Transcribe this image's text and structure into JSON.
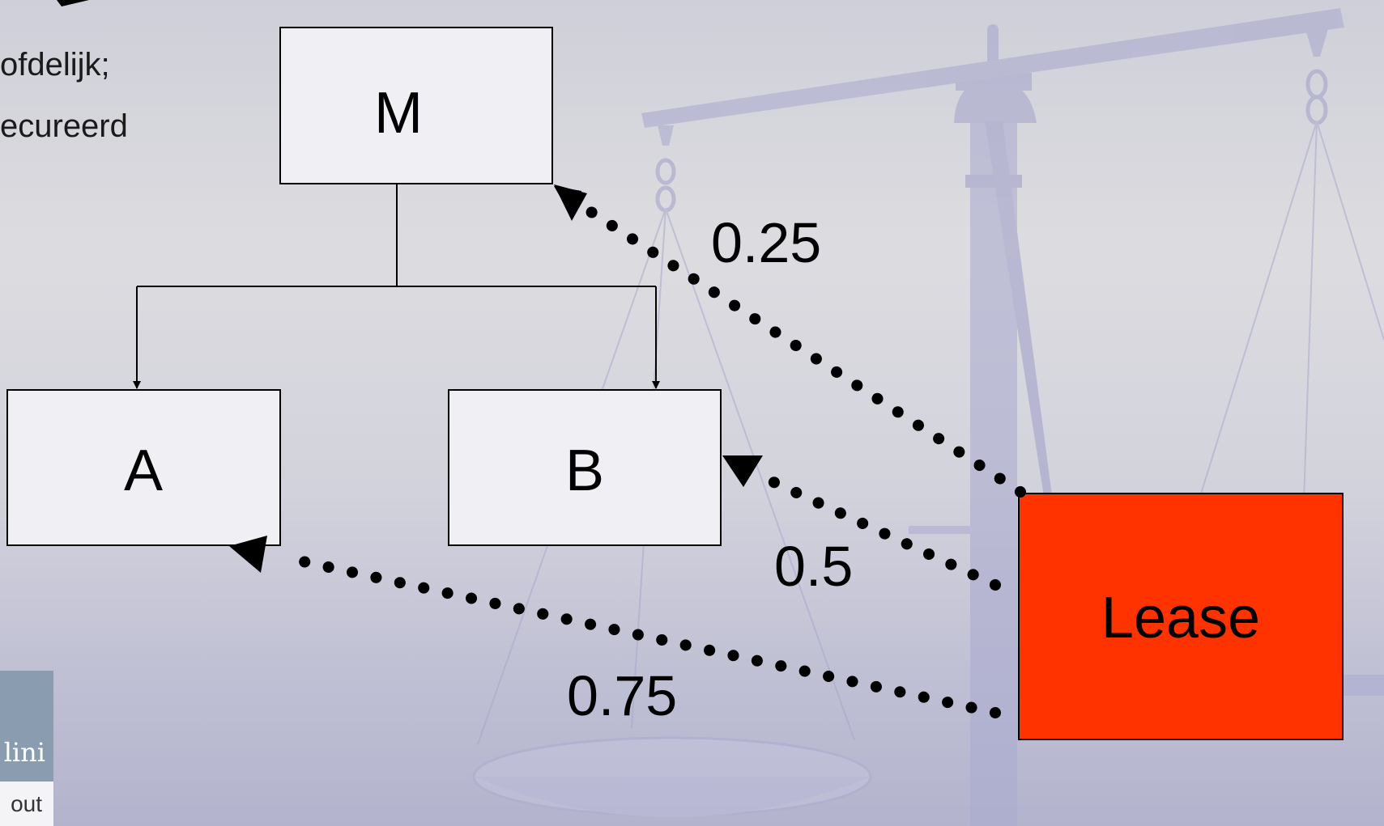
{
  "diagram": {
    "boxes": {
      "m": {
        "label": "M",
        "fill": "#efeff4"
      },
      "a": {
        "label": "A",
        "fill": "#efeff4"
      },
      "b": {
        "label": "B",
        "fill": "#efeff4"
      },
      "lease": {
        "label": "Lease",
        "fill": "#ff3300"
      }
    },
    "weights": {
      "to_m": "0.25",
      "to_b": "0.5",
      "to_a": "0.75"
    },
    "line_color": "#000000",
    "arrow_style": "dotted"
  },
  "side_text": {
    "line1": "ofdelijk;",
    "line2": "ecureerd"
  },
  "logo": {
    "word": "lini",
    "sub": "out"
  },
  "background": {
    "motif": "scales-of-justice-illustration",
    "tint": "#b8b8d4"
  }
}
